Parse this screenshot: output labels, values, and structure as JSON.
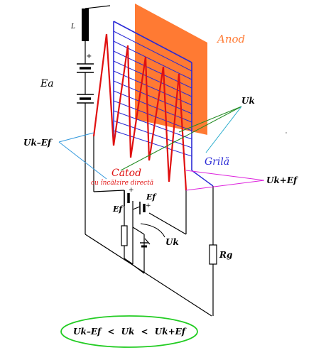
{
  "labels": {
    "inductor": "L",
    "battery_plus": "+",
    "ea": "Ea",
    "anod": "Anod",
    "uk_top": "Uk",
    "uk_minus_ef": "Uk–Ef",
    "grila": "Grilă",
    "catod": "Catod",
    "catod_sub": "cu încălzire directă",
    "uk_plus_ef": "Uk+Ef",
    "ef_right": "Ef",
    "ef_left": "Ef",
    "ef_plus_left": "+",
    "ef_plus_right": "+",
    "uk_bottom": "Uk",
    "rg": "Rg"
  },
  "formula": {
    "left": "Uk–Ef",
    "lt1": "<",
    "mid": "Uk",
    "lt2": "<",
    "right": "Uk+Ef"
  },
  "colors": {
    "anode": "#ff7a33",
    "grid": "#2a2ad6",
    "cathode": "#e01010",
    "wire": "#000000",
    "label_anod": "#ff7a33",
    "label_grila": "#2a2ad6",
    "label_catod": "#e01010",
    "pointer_blue": "#3399dd",
    "pointer_green": "#228b22",
    "pointer_magenta": "#dd22dd",
    "ellipse": "#22cc22"
  }
}
